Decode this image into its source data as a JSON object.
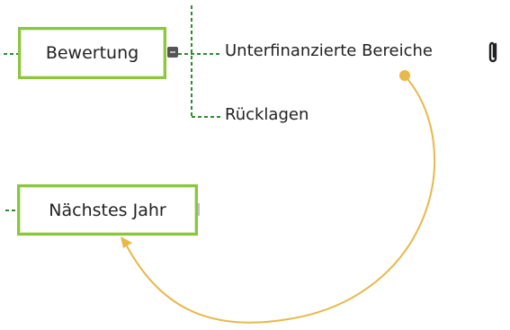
{
  "mindmap": {
    "topics": {
      "bewertung": {
        "label": "Bewertung"
      },
      "naechstes_jahr": {
        "label": "Nächstes Jahr"
      }
    },
    "subtopics": {
      "unterfinanzierte_bereiche": {
        "label": "Unterfinanzierte Bereiche"
      },
      "ruecklagen": {
        "label": "Rücklagen"
      }
    },
    "icons": {
      "attachment": "paperclip-icon",
      "collapse": "collapse-minus-icon"
    },
    "colors": {
      "topic_border": "#8cc63f",
      "connector": "#2e8b2e",
      "relationship": "#e8b84a",
      "text": "#222222"
    }
  }
}
